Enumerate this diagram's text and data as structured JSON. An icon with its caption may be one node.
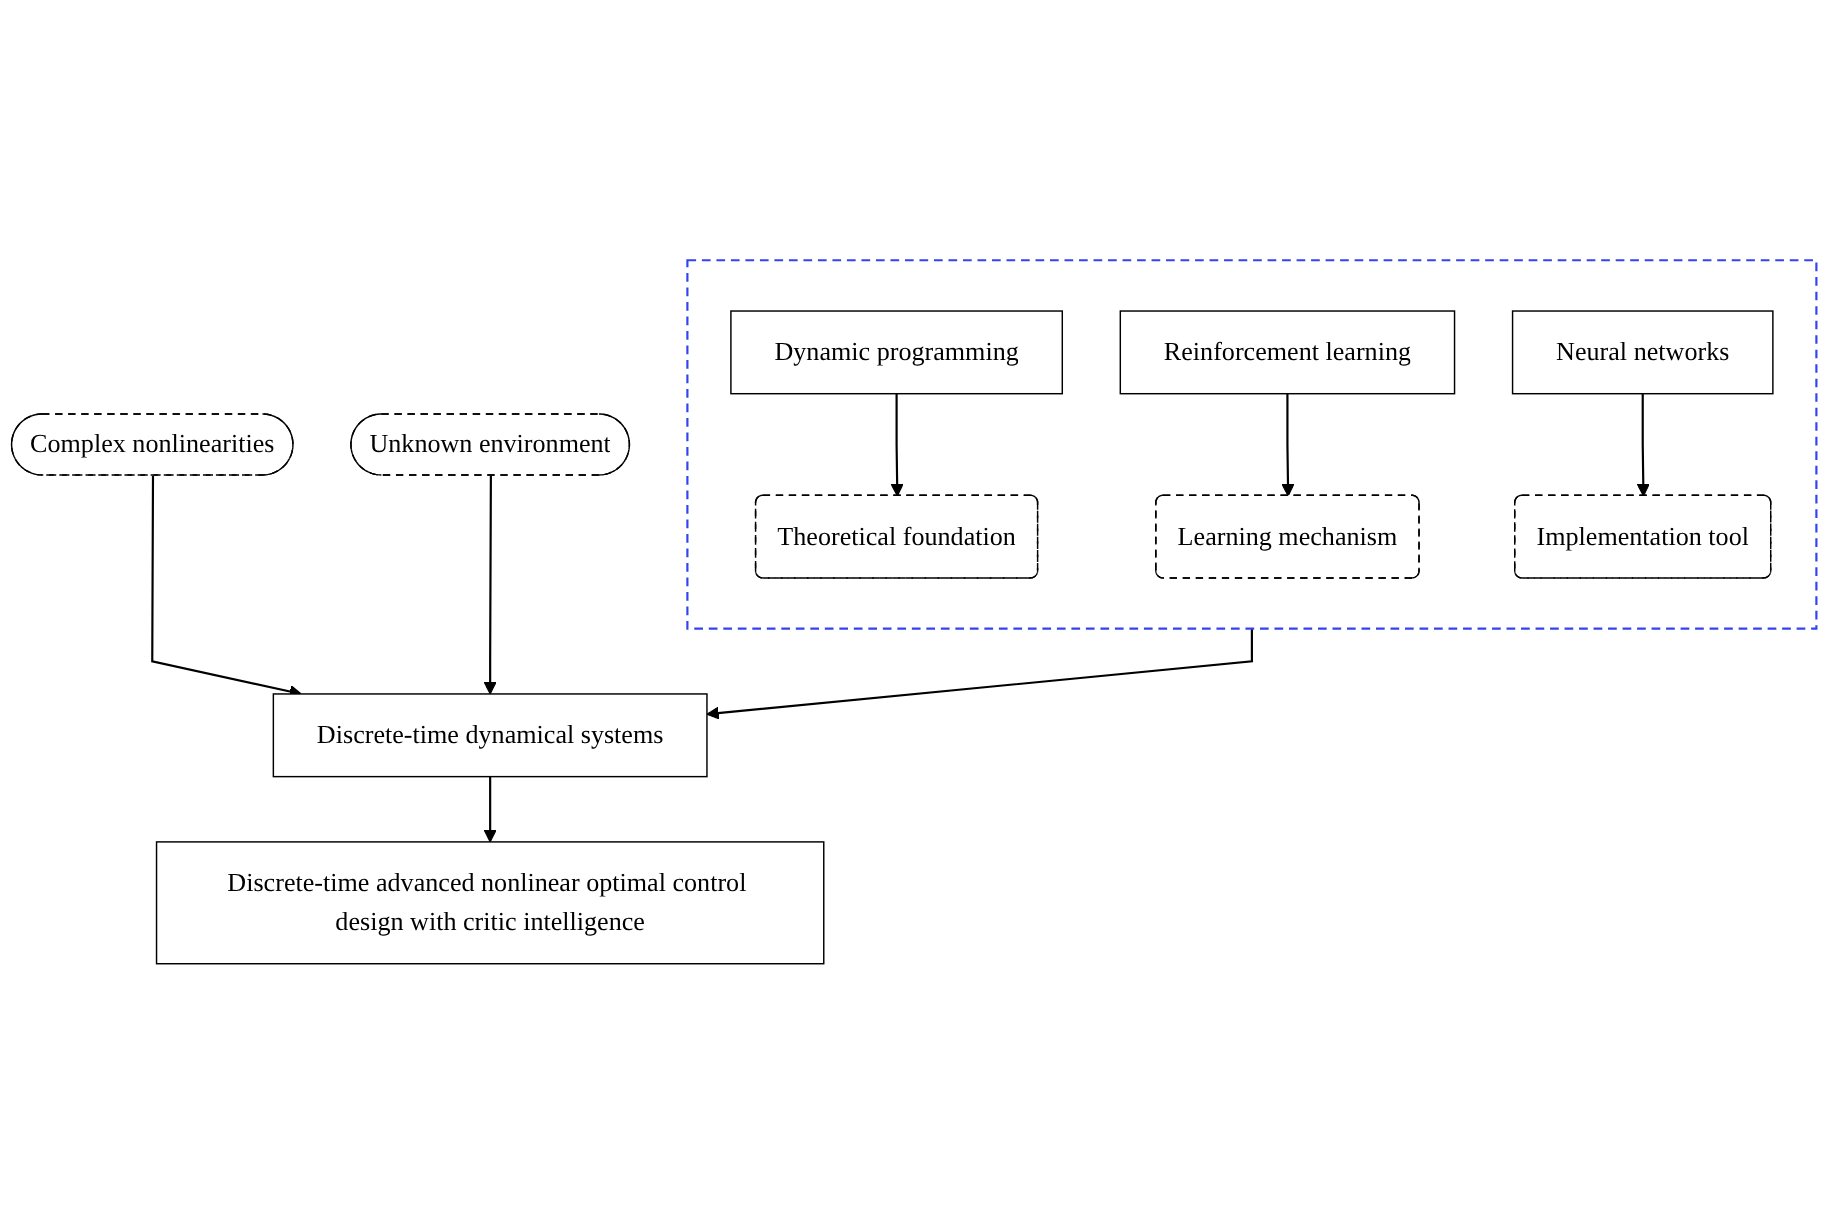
{
  "diagram": {
    "nodes": [
      {
        "text": [],
        "shape": "box"
      },
      {
        "text": [
          "Dynamic programming"
        ],
        "in": 0
      },
      {
        "text": [
          "Reinforcement learning"
        ],
        "in": 0
      },
      {
        "text": [
          "Neural networks"
        ],
        "in": 0
      },
      {
        "text": [
          "Theoretical foundation"
        ],
        "in": 0
      },
      {
        "text": [
          "Learning mechanism"
        ],
        "in": 0
      },
      {
        "text": [
          "Implementation tool"
        ],
        "in": 0
      },
      {
        "text": [
          "Complex nonlinearities"
        ]
      },
      {
        "text": [
          "Discrete-time dynamical systems"
        ]
      },
      {
        "text": [
          "Unknown environment"
        ]
      },
      {
        "text": [
          "Discrete-time advanced nonlinear optimal control design with critic intelligence"
        ]
      }
    ],
    "edges": [
      {
        "from": 1,
        "to": 4,
        "arrow": "to"
      },
      {
        "from": 2,
        "to": 5,
        "arrow": "to"
      },
      {
        "from": 3,
        "to": 6,
        "arrow": "to"
      },
      {
        "from": 0,
        "to": 8,
        "arrow": "to"
      },
      {
        "from": 7,
        "to": 8,
        "arrow": "to"
      },
      {
        "from": 9,
        "to": 8,
        "arrow": "to"
      },
      {
        "from": 8,
        "to": 10,
        "arrow": "to"
      }
    ]
  }
}
